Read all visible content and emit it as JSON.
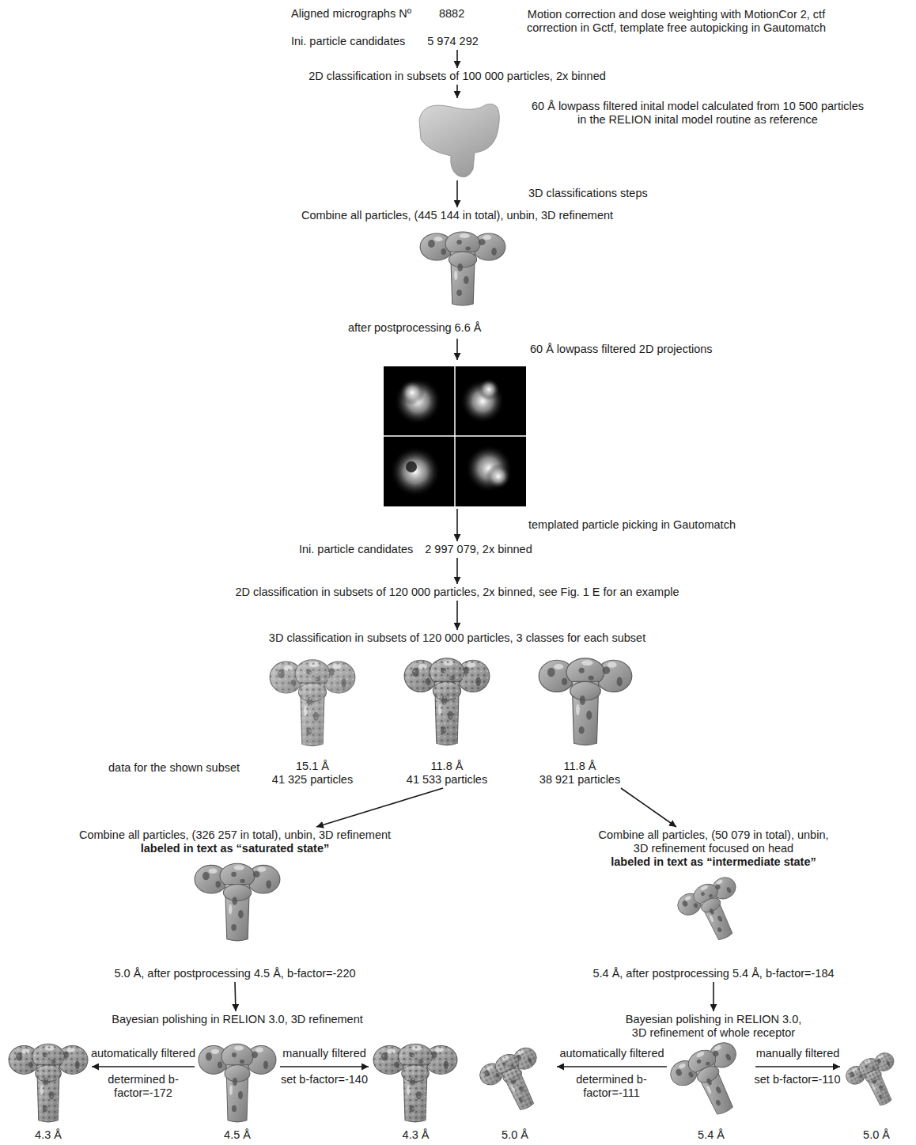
{
  "diagram": {
    "nodes": [
      {
        "text": [
          "Aligned micrographs Nº",
          "8882",
          "Ini. particle candidates",
          "5 974 292"
        ]
      },
      {
        "text": [
          "2D classification in subsets of 100 000 particles, 2x binned"
        ]
      },
      {
        "text": [
          "60 Å lowpass filtered inital model calculated from 10 500 particles in the RELION inital model routine as reference"
        ]
      },
      {
        "text": [
          "Combine all particles, (445 144 in total), unbin, 3D refinement",
          "after postprocessing 6.6 Å"
        ]
      },
      {
        "text": [
          "Ini. particle candidates",
          "2 997 079, 2x binned"
        ]
      },
      {
        "text": [
          "2D classification in subsets of 120 000 particles, 2x binned, see Fig. 1 E for an example"
        ]
      },
      {
        "text": [
          "3D classification in subsets of 120 000 particles, 3 classes for each subset"
        ]
      },
      {
        "text": [
          "15.1 Å",
          "41 325 particles"
        ]
      },
      {
        "text": [
          "11.8 Å",
          "41 533 particles"
        ]
      },
      {
        "text": [
          "11.8 Å",
          "38 921 particles"
        ]
      },
      {
        "text": [
          "Combine all particles, (326 257 in total), unbin, 3D refinement",
          "labeled in text as “saturated state”",
          "5.0 Å, after postprocessing 4.5 Å, b-factor=-220"
        ]
      },
      {
        "text": [
          "Combine all particles, (50 079 in total), unbin, 3D refinement focused on head",
          "labeled in text as “intermediate state”",
          "5.4 Å, after postprocessing 5.4 Å, b-factor=-184"
        ]
      },
      {
        "text": [
          "Bayesian polishing in RELION 3.0, 3D refinement"
        ]
      },
      {
        "text": [
          "Bayesian polishing in RELION 3.0, 3D refinement of whole receptor"
        ]
      },
      {
        "text": [
          "4.3 Å"
        ]
      },
      {
        "text": [
          "4.5 Å"
        ]
      },
      {
        "text": [
          "4.3 Å"
        ]
      },
      {
        "text": [
          "5.0 Å"
        ]
      },
      {
        "text": [
          "5.4 Å"
        ]
      },
      {
        "text": [
          "5.0 Å"
        ]
      }
    ],
    "edges": [
      {
        "from": 0,
        "to": 1,
        "arrow": "to"
      },
      {
        "from": 1,
        "to": 2,
        "arrow": "to"
      },
      {
        "from": 2,
        "to": 3,
        "arrow": "to",
        "label": "3D classifications steps"
      },
      {
        "from": 3,
        "to": 4,
        "arrow": "to",
        "label": "templated particle picking in Gautomatch"
      },
      {
        "from": 4,
        "to": 5,
        "arrow": "to"
      },
      {
        "from": 5,
        "to": 6,
        "arrow": "to"
      },
      {
        "from": 8,
        "to": 10,
        "arrow": "to"
      },
      {
        "from": 9,
        "to": 11,
        "arrow": "to"
      },
      {
        "from": 10,
        "to": 12,
        "arrow": "to"
      },
      {
        "from": 11,
        "to": 13,
        "arrow": "to"
      },
      {
        "from": 15,
        "to": 14,
        "arrow": "to",
        "label": "automatically filtered"
      },
      {
        "from": 15,
        "to": 16,
        "arrow": "to",
        "label": "manually filtered"
      },
      {
        "from": 18,
        "to": 17,
        "arrow": "to",
        "label": "automatically filtered"
      },
      {
        "from": 18,
        "to": 19,
        "arrow": "to",
        "label": "manually filtered"
      }
    ],
    "labels": [
      "Motion correction and dose weighting with MotionCor 2, ctf correction in Gctf, template free autopicking in Gautomatch",
      "60 Å lowpass filtered 2D projections",
      "data for the shown subset",
      "determined b-factor=-172",
      "set b-factor=-140",
      "determined b-factor=-111",
      "set b-factor=-110"
    ]
  }
}
